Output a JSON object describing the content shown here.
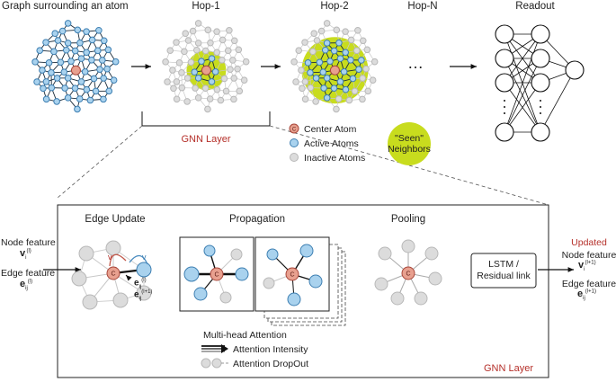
{
  "top": {
    "stage_titles": [
      "Graph surrounding an atom",
      "Hop-1",
      "Hop-2",
      "Hop-N",
      "Readout"
    ],
    "ellipsis": "…",
    "gnn_layer_label": "GNN Layer"
  },
  "legend": {
    "center_letter": "C",
    "center_atom": "Center Atom",
    "active_atoms": "Active Atoms",
    "inactive_atoms": "Inactive Atoms",
    "seen_neighbors": "\"Seen\"\nNeighbors"
  },
  "layer": {
    "edge_update_title": "Edge Update",
    "propagation_title": "Propagation",
    "pooling_title": "Pooling",
    "lstm_label": "LSTM /\nResidual link",
    "footer_label": "GNN Layer",
    "mha_title": "Multi-head Attention",
    "attention_intensity": "Attention Intensity",
    "attention_dropout": "Attention DropOut"
  },
  "inputs": {
    "node_feature": "Node feature",
    "node_symbol": "v",
    "node_sup": "(l)",
    "node_sub": "i",
    "edge_feature": "Edge feature",
    "edge_symbol": "e",
    "edge_sup": "(l)",
    "edge_sub": "ij"
  },
  "outputs": {
    "updated": "Updated",
    "node_feature": "Node feature",
    "node_symbol": "v",
    "node_sup": "(l+1)",
    "node_sub": "i",
    "edge_feature": "Edge feature",
    "edge_symbol": "e",
    "edge_sup": "(l+1)",
    "edge_sub": "ij"
  },
  "edge_update": {
    "eij_symbol": "e",
    "eij_sup": "(l)",
    "eij_sub": "ij",
    "eij1_sup": "(l+1)",
    "v_mark": "v"
  },
  "colors": {
    "center_fill": "#e8a08f",
    "center_stroke": "#a8463a",
    "active_fill": "#a9d2ee",
    "active_stroke": "#3d7fb2",
    "inactive_fill": "#dcdcdc",
    "inactive_stroke": "#b8b8b8",
    "seen_fill": "#c8dc1e",
    "accent_red": "#b5302a"
  }
}
